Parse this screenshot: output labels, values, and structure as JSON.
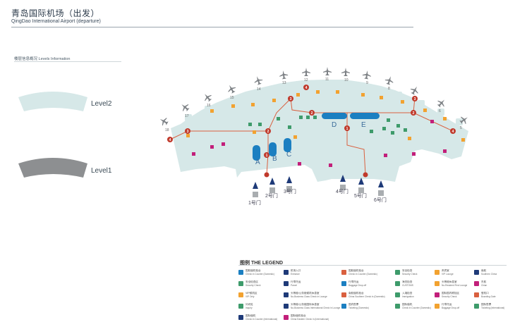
{
  "header": {
    "title_cn": "青岛国际机场（出发）",
    "title_en": "QingDao International Airport  (departure)"
  },
  "levels_panel": {
    "heading": "楼层信息概况      Levels Information",
    "level2": "Level2",
    "level1": "Level1"
  },
  "colors": {
    "terminal": "#d6e8e8",
    "level1_gray": "#8d8f91",
    "route": "#d9603f",
    "counter_blue": "#1b7fc1",
    "gate_navy": "#1e3a78",
    "accent_magenta": "#c21f7a",
    "accent_orange": "#f2a230",
    "accent_green": "#3e9b6b"
  },
  "map": {
    "gates": [
      "18",
      "17",
      "16",
      "15",
      "14",
      "13",
      "12",
      "11",
      "10",
      "9",
      "8",
      "7",
      "6",
      "5"
    ],
    "islands": [
      "A",
      "B",
      "C",
      "D",
      "E"
    ],
    "entrances": [
      "1号门",
      "2号门",
      "3号门",
      "4号门",
      "5号门",
      "6号门"
    ],
    "route_markers": [
      "4",
      "3",
      "2",
      "1",
      "2",
      "3",
      "4",
      "1",
      "2",
      "3",
      "4"
    ]
  },
  "legend": {
    "title": "图例  THE LEGEND",
    "items": [
      {
        "icon": "domestic-check-in-icon",
        "cn": "国航值机柜台",
        "en": "Check in Counter (Domestic)",
        "color": "#1b7fc1"
      },
      {
        "icon": "entrance-icon",
        "cn": "机场入口",
        "en": "Entrance",
        "color": "#1e3a78"
      },
      {
        "icon": "domestic-checkin-pin-icon",
        "cn": "国航值机柜台",
        "en": "Check in Counter (Domestic)",
        "color": "#d9603f"
      },
      {
        "icon": "security-check-icon",
        "cn": "安全检查",
        "en": "Security Check",
        "color": "#3e9b6b"
      },
      {
        "icon": "vip-lounge-icon",
        "cn": "贵宾室",
        "en": "VIP Lounge",
        "color": "#f2a230"
      },
      {
        "icon": "southern-china-icon",
        "cn": "南航",
        "en": "Southern China",
        "color": "#1e3a78"
      },
      {
        "icon": "security-check-icon-2",
        "cn": "安全检查区",
        "en": "Security Check",
        "color": "#3e9b6b"
      },
      {
        "icon": "parcel-icon",
        "cn": "行李托运",
        "en": "Parcel",
        "color": "#1e3a78"
      },
      {
        "icon": "baggage-drop-icon",
        "cn": "行李托运",
        "en": "Baggage Drop-off",
        "color": "#1b7fc1"
      },
      {
        "icon": "customs-icon",
        "cn": "海关检查",
        "en": "CUSTOMS",
        "color": "#3e9b6b"
      },
      {
        "icon": "first-class-lounge-icon",
        "cn": "头等舱休息室",
        "en": "No-Resident First Lounge",
        "color": "#f2a230"
      },
      {
        "icon": "china-eastern-icon",
        "cn": "东航",
        "en": "Chian",
        "color": "#c21f7a"
      },
      {
        "icon": "vip-only-icon",
        "cn": "VIP候机区",
        "en": "VIP Only",
        "color": "#f2a230"
      },
      {
        "icon": "domestic-lounge-icon",
        "cn": "头等舱/公务舱候机休息室",
        "en": "No-Business Class Check in Lounge",
        "color": "#1e3a78"
      },
      {
        "icon": "china-southern-icon",
        "cn": "南航值机柜台",
        "en": "China Southern Check in (Domestic)",
        "color": "#d9603f"
      },
      {
        "icon": "immigration-icon",
        "cn": "入境检查",
        "en": "Immigration",
        "color": "#3e9b6b"
      },
      {
        "icon": "security-check-3-icon",
        "cn": "国际国内联检区",
        "en": "Security Check",
        "color": "#c21f7a"
      },
      {
        "icon": "boarding-gate-icon",
        "cn": "登机口",
        "en": "Boarding Gate",
        "color": "#d9603f"
      },
      {
        "icon": "info-icon",
        "cn": "问讯处",
        "en": "Inquiry",
        "color": "#3e9b6b"
      },
      {
        "icon": "international-lounge-icon",
        "cn": "头等舱/公务舱国际休息室",
        "en": "No-Business Class International Check in Lounge",
        "color": "#1e3a78"
      },
      {
        "icon": "domestic-ticketing-icon",
        "cn": "国内售票",
        "en": "Ticketing (Domestic)",
        "color": "#1b7fc1"
      },
      {
        "icon": "international-checkin-icon",
        "cn": "国际值机",
        "en": "Check in Counter (Domestic)",
        "color": "#3e9b6b"
      },
      {
        "icon": "baggage-drop-2-icon",
        "cn": "行李托运",
        "en": "Baggage Drop-off",
        "color": "#f2a230"
      },
      {
        "icon": "intl-ticketing-icon",
        "cn": "国际售票",
        "en": "Ticketing (International)",
        "color": "#3e9b6b"
      },
      {
        "icon": "china-intl-checkin-icon",
        "cn": "国际值机",
        "en": "Check in Counter (International)",
        "color": "#1e3a78"
      },
      {
        "icon": "china-intl-checkin-2-icon",
        "cn": "国际值机柜台",
        "en": "China Eastern Check in (International)",
        "color": "#c21f7a"
      }
    ]
  }
}
